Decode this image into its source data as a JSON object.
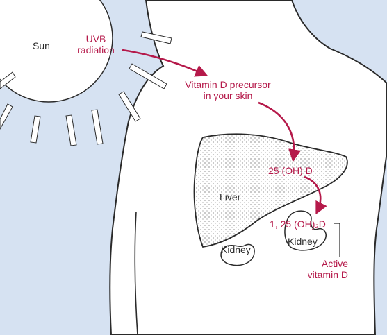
{
  "colors": {
    "background_blue": "#d6e2f2",
    "body_fill": "#ffffff",
    "outline": "#2a2a2a",
    "accent_red": "#b5194a"
  },
  "labels": {
    "sun": "Sun",
    "uvb_line1": "UVB",
    "uvb_line2": "radiation",
    "precursor_line1": "Vitamin D precursor",
    "precursor_line2": "in your skin",
    "liver": "Liver",
    "hydroxy": "25 (OH) D",
    "dihydroxy": "1, 25 (OH)₂D",
    "kidney_left": "Kidney",
    "kidney_right": "Kidney",
    "active_line1": "Active",
    "active_line2": "vitamin D"
  }
}
